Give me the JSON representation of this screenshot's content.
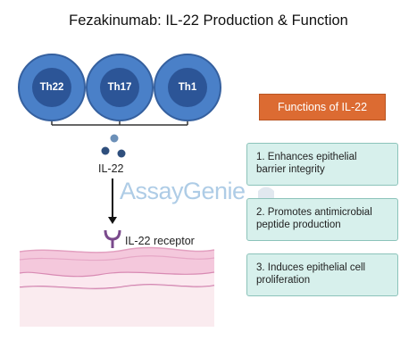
{
  "title": "Fezakinumab: IL-22 Production & Function",
  "cells": [
    "Th22",
    "Th17",
    "Th1"
  ],
  "cytokine_label": "IL-22",
  "receptor_label": "IL-22 receptor",
  "functions_header": "Functions of IL-22",
  "functions": [
    "1. Enhances epithelial barrier integrity",
    "2. Promotes antimicrobial peptide production",
    "3. Induces epithelial cell proliferation"
  ],
  "watermark": "AssayGenie",
  "colors": {
    "cell": "#4a80c8",
    "cell_nucleus": "#2c5597",
    "header": "#dc6b32",
    "function_box": "#d7f0ec",
    "tissue": "#f4c8dc"
  }
}
